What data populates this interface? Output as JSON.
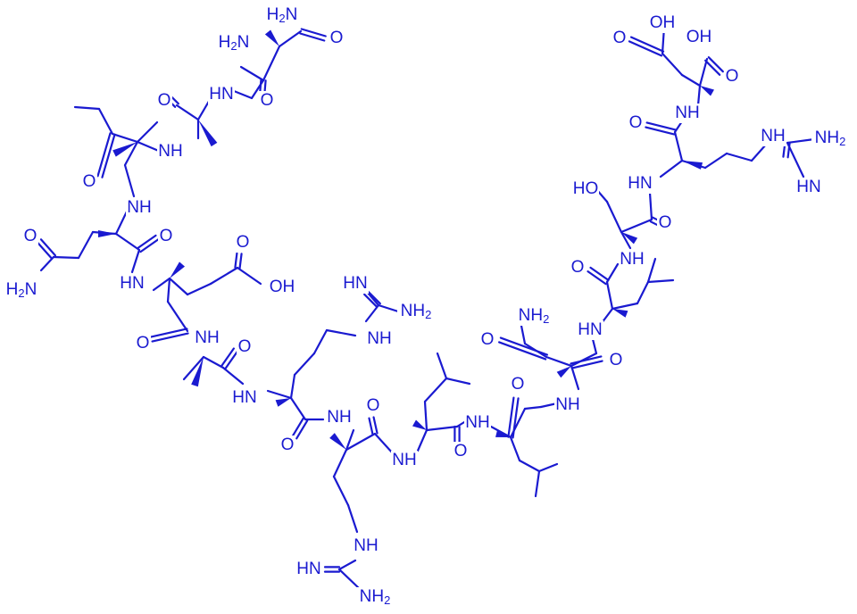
{
  "colors": {
    "ink": "#1a1ad0",
    "background": "#ffffff"
  },
  "labels": [
    {
      "id": "nh2_asn1_amide",
      "text": "H2N"
    },
    {
      "id": "o_asn1_amide",
      "text": "O"
    },
    {
      "id": "nh2_nterm",
      "text": "H2N"
    },
    {
      "id": "o_asn1_bb",
      "text": "O"
    },
    {
      "id": "nh_ala2",
      "text": "HN"
    },
    {
      "id": "o_ala2",
      "text": "O"
    },
    {
      "id": "nh_ile3",
      "text": "NH"
    },
    {
      "id": "o_ile3",
      "text": "O"
    },
    {
      "id": "nh_gln4",
      "text": "NH"
    },
    {
      "id": "o_gln4_amide",
      "text": "O"
    },
    {
      "id": "nh2_gln4_amide",
      "text": "H2N"
    },
    {
      "id": "o_gln4",
      "text": "O"
    },
    {
      "id": "nh_glu5",
      "text": "HN"
    },
    {
      "id": "o_glu5_acid",
      "text": "O"
    },
    {
      "id": "oh_glu5_acid",
      "text": "OH"
    },
    {
      "id": "o_glu5",
      "text": "O"
    },
    {
      "id": "nh_ala6",
      "text": "NH"
    },
    {
      "id": "o_ala6",
      "text": "O"
    },
    {
      "id": "nh_arg7",
      "text": "HN"
    },
    {
      "id": "hn_arg7_guan",
      "text": "HN"
    },
    {
      "id": "nh2_arg7_guan",
      "text": "NH2"
    },
    {
      "id": "nh_arg7_guan",
      "text": "NH"
    },
    {
      "id": "o_arg7",
      "text": "O"
    },
    {
      "id": "nh_arg8",
      "text": "NH"
    },
    {
      "id": "o_arg8",
      "text": "O"
    },
    {
      "id": "nh_arg8_guan",
      "text": "NH"
    },
    {
      "id": "hn_arg8_guan",
      "text": "HN"
    },
    {
      "id": "nh2_arg8_guan",
      "text": "NH2"
    },
    {
      "id": "nh_leu9",
      "text": "NH"
    },
    {
      "id": "o_leu9",
      "text": "O"
    },
    {
      "id": "nh_leu10",
      "text": "NH"
    },
    {
      "id": "o_leu10",
      "text": "O"
    },
    {
      "id": "nh_asn11",
      "text": "NH"
    },
    {
      "id": "nh2_asn11_amide",
      "text": "NH2"
    },
    {
      "id": "o_asn11_amide",
      "text": "O"
    },
    {
      "id": "o_asn11",
      "text": "O"
    },
    {
      "id": "nh_leu12",
      "text": "HN"
    },
    {
      "id": "o_leu12",
      "text": "O"
    },
    {
      "id": "nh_ser13",
      "text": "NH"
    },
    {
      "id": "oh_ser13",
      "text": "HO"
    },
    {
      "id": "o_ser13",
      "text": "O"
    },
    {
      "id": "nh_arg14",
      "text": "HN"
    },
    {
      "id": "o_arg14",
      "text": "O"
    },
    {
      "id": "nh_arg14_guan",
      "text": "NH"
    },
    {
      "id": "nh2_arg14_guan",
      "text": "NH2"
    },
    {
      "id": "hn_arg14_guan",
      "text": "HN"
    },
    {
      "id": "nh_asp15",
      "text": "NH"
    },
    {
      "id": "o_asp15_side",
      "text": "O"
    },
    {
      "id": "oh_asp15_side",
      "text": "OH"
    },
    {
      "id": "oh_asp15_cterm",
      "text": "OH"
    },
    {
      "id": "o_asp15_cterm",
      "text": "O"
    }
  ]
}
